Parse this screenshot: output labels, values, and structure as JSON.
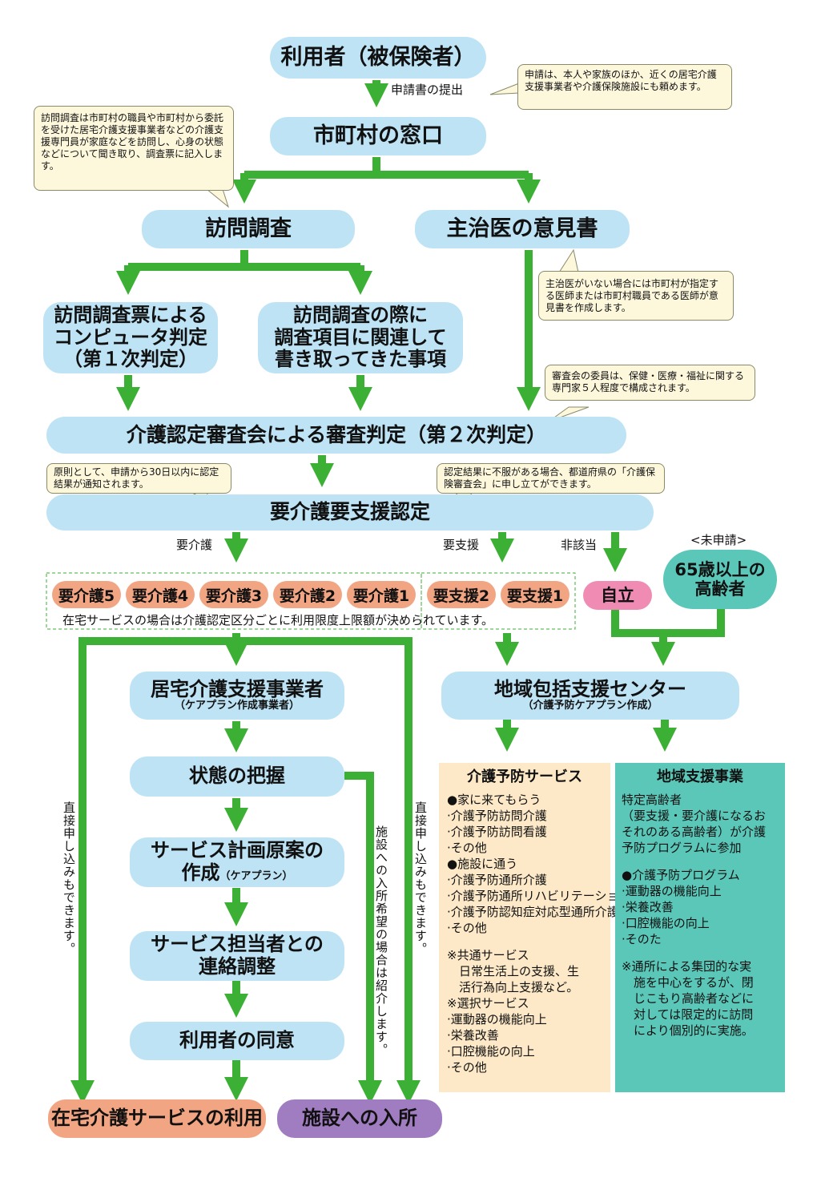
{
  "colors": {
    "arrow": "#3bb034",
    "pill": "#bde3f5",
    "level": "#f2a583",
    "jiritsu": "#f08cb4",
    "teal": "#5bc7b8",
    "purple": "#a07cc0",
    "note": "#fdf7dc",
    "panel_left": "#fde9c8",
    "panel_right": "#5bc7b8"
  },
  "nodes": {
    "riyousha": "利用者（被保険者）",
    "shinsei": "申請書の提出",
    "madoguchi": "市町村の窓口",
    "houmon": "訪問調査",
    "ikensho": "主治医の意見書",
    "computer_1": "訪問調査票による",
    "computer_2": "コンピュータ判定",
    "computer_3": "（第１次判定）",
    "kikitori_1": "訪問調査の際に",
    "kikitori_2": "調査項目に関連して",
    "kikitori_3": "書き取ってきた事項",
    "shinsakai": "介護認定審査会による審査判定（第２次判定）",
    "nintei": "要介護要支援認定",
    "lbl_yokaigo": "要介護",
    "lbl_yoshien": "要支援",
    "lbl_higaitou": "非該当",
    "lbl_mishinsei": "<未申請>",
    "levels_kaigo": [
      "要介護5",
      "要介護4",
      "要介護3",
      "要介護2",
      "要介護1"
    ],
    "levels_shien": [
      "要支援2",
      "要支援1"
    ],
    "jiritsu": "自立",
    "koureisha_1": "65歳以上の",
    "koureisha_2": "高齢者",
    "gendo": "在宅サービスの場合は介護認定区分ごとに利用限度上限額が決められています。",
    "kyotaku": "居宅介護支援事業者",
    "kyotaku_sub": "（ケアプラン作成事業者）",
    "houkatsu": "地域包括支援センター",
    "houkatsu_sub": "（介護予防ケアプラン作成）",
    "haaku": "状態の把握",
    "keikaku_1": "サービス計画原案の",
    "keikaku_2": "作成",
    "keikaku_2_sub": "（ケアプラン）",
    "renraku_1": "サービス担当者との",
    "renraku_2": "連絡調整",
    "doui": "利用者の同意",
    "zaitaku": "在宅介護サービスの利用",
    "shisetsu": "施設への入所",
    "chokusetsu_left": "直接申し込みもできます。",
    "chokusetsu_right": "直接申し込みもできます。",
    "shisetsu_shoukai": "施設への入所希望の場合は紹介します。"
  },
  "notes": {
    "shinsei": "申請は、本人や家族のほか、近くの居宅介護支援事業者や介護保険施設にも頼めます。",
    "houmon": "訪問調査は市町村の職員や市町村から委託を受けた居宅介護支援事業者などの介護支援専門員が家庭などを訪問し、心身の状態などについて聞き取り、調査票に記入します。",
    "shujii": "主治医がいない場合には市町村が指定する医師または市町村職員である医師が意見書を作成します。",
    "shinsakai": "審査会の委員は、保健・医療・福祉に関する専門家５人程度で構成されます。",
    "tsuuchi": "原則として、申請から30日以内に認定結果が通知されます。",
    "fufuku": "認定結果に不服がある場合、都道府県の「介護保険審査会」に申し立てができます。"
  },
  "panel_left": {
    "title": "介護予防サービス",
    "lines": [
      "●家に来てもらう",
      "·介護予防訪問介護",
      "·介護予防訪問看護",
      "·その他",
      "●施設に通う",
      "·介護予防通所介護",
      "·介護予防通所リハビリテーション",
      "·介護予防認知症対応型通所介護",
      "·その他",
      "",
      "※共通サービス",
      "　日常生活上の支援、生",
      "　活行為向上支援など。",
      "※選択サービス",
      "·運動器の機能向上",
      "·栄養改善",
      "·口腔機能の向上",
      "·その他"
    ]
  },
  "panel_right": {
    "title": "地域支援事業",
    "lines": [
      "特定高齢者",
      "（要支援・要介護になるお",
      "それのある高齢者）が介護",
      "予防プログラムに参加",
      "",
      "●介護予防プログラム",
      "·運動器の機能向上",
      "·栄養改善",
      "·口腔機能の向上",
      "·そのた",
      "",
      "※通所による集団的な実",
      "　施を中心をするが、閉",
      "　じこもり高齢者などに",
      "　対しては限定的に訪問",
      "　により個別的に実施。"
    ]
  }
}
